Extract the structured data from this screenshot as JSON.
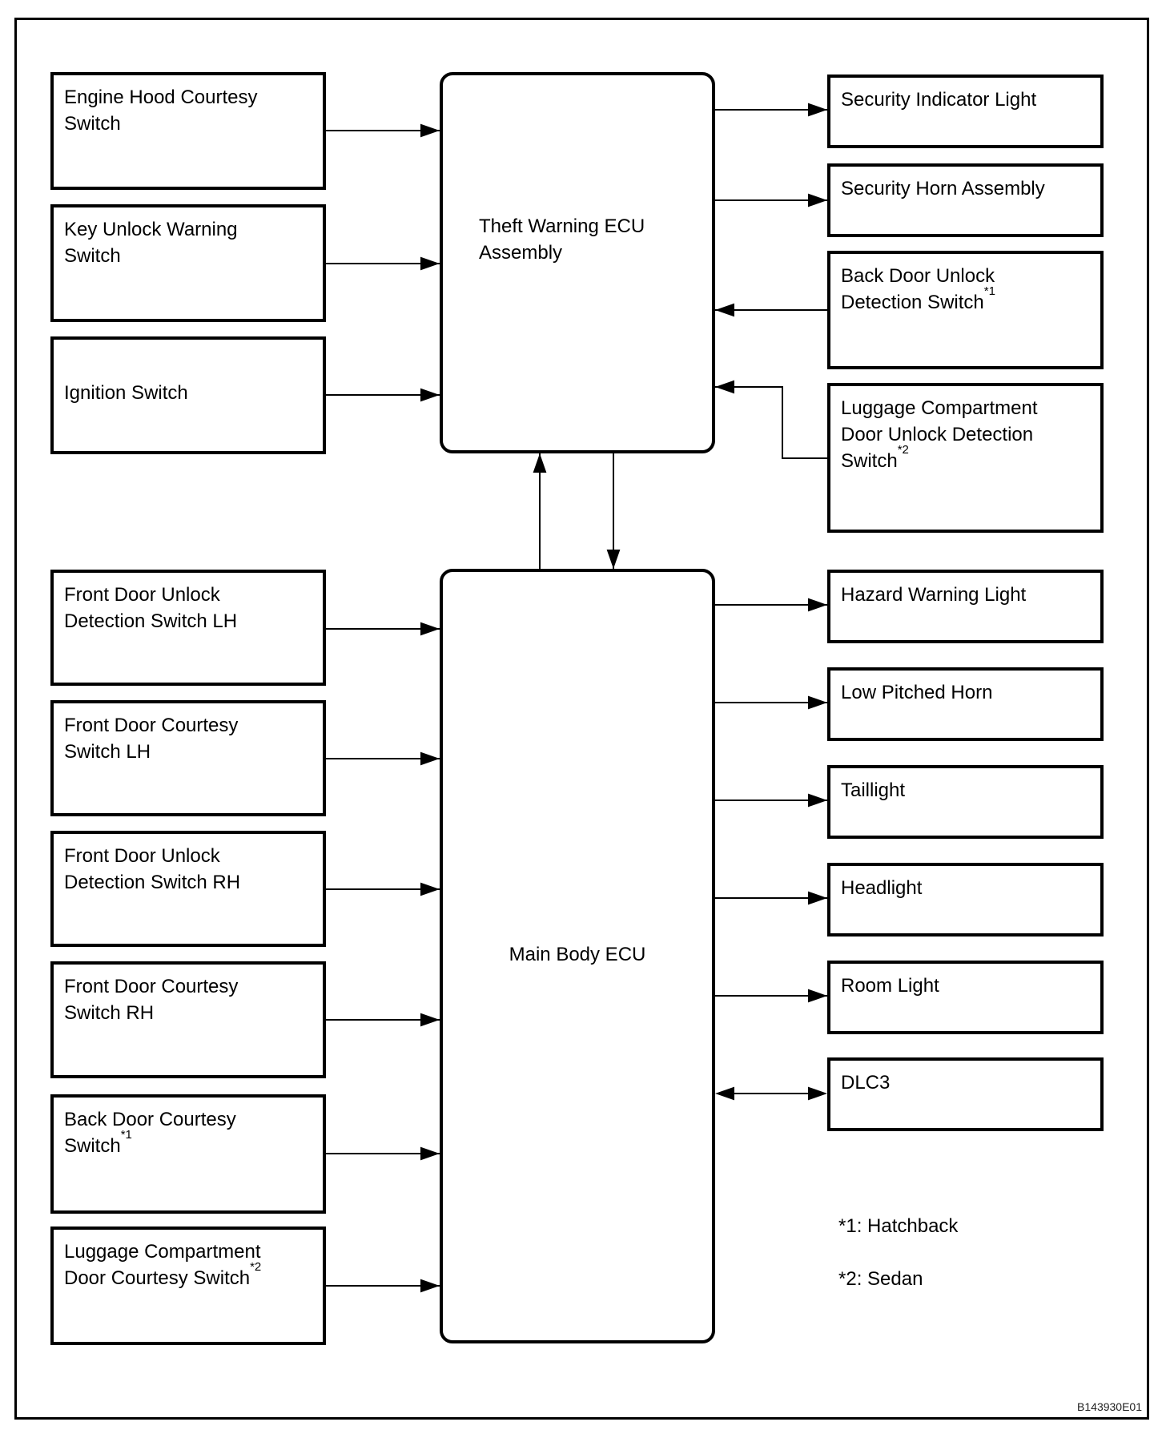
{
  "page": {
    "figure_id": "B143930E01",
    "ink_color": "#000000",
    "paper_color": "#ffffff"
  },
  "ecus": {
    "theft": {
      "lines": [
        {
          "text": "Theft Warning ECU"
        },
        {
          "text": "Assembly"
        }
      ]
    },
    "main": {
      "lines": [
        {
          "text": "Main Body ECU"
        }
      ]
    }
  },
  "boxes": {
    "left_top": [
      {
        "lines": [
          {
            "text": "Engine Hood Courtesy"
          },
          {
            "text": "Switch"
          }
        ]
      },
      {
        "lines": [
          {
            "text": "Key Unlock Warning"
          },
          {
            "text": "Switch"
          }
        ]
      },
      {
        "lines": [
          {
            "text": "Ignition Switch"
          }
        ]
      }
    ],
    "left_bottom": [
      {
        "lines": [
          {
            "text": "Front Door Unlock"
          },
          {
            "text": "Detection Switch LH"
          }
        ]
      },
      {
        "lines": [
          {
            "text": "Front Door Courtesy"
          },
          {
            "text": "Switch LH"
          }
        ]
      },
      {
        "lines": [
          {
            "text": "Front Door Unlock"
          },
          {
            "text": "Detection Switch RH"
          }
        ]
      },
      {
        "lines": [
          {
            "text": "Front Door Courtesy"
          },
          {
            "text": "Switch RH"
          }
        ]
      },
      {
        "lines": [
          {
            "text": "Back Door Courtesy"
          },
          {
            "text": "Switch",
            "sup": "*1"
          }
        ]
      },
      {
        "lines": [
          {
            "text": "Luggage Compartment"
          },
          {
            "text": "Door Courtesy Switch",
            "sup": "*2"
          }
        ]
      }
    ],
    "right_top": [
      {
        "lines": [
          {
            "text": "Security Indicator Light"
          }
        ]
      },
      {
        "lines": [
          {
            "text": "Security Horn Assembly"
          }
        ]
      },
      {
        "lines": [
          {
            "text": "Back Door Unlock"
          },
          {
            "text": "Detection Switch",
            "sup": "*1"
          }
        ]
      },
      {
        "lines": [
          {
            "text": "Luggage Compartment"
          },
          {
            "text": "Door Unlock Detection"
          },
          {
            "text": "Switch",
            "sup": "*2"
          }
        ]
      }
    ],
    "right_bottom": [
      {
        "lines": [
          {
            "text": "Hazard Warning Light"
          }
        ]
      },
      {
        "lines": [
          {
            "text": "Low Pitched Horn"
          }
        ]
      },
      {
        "lines": [
          {
            "text": "Taillight"
          }
        ]
      },
      {
        "lines": [
          {
            "text": "Headlight"
          }
        ]
      },
      {
        "lines": [
          {
            "text": "Room Light"
          }
        ]
      },
      {
        "lines": [
          {
            "text": "DLC3"
          }
        ]
      }
    ]
  },
  "notes": [
    {
      "text": "*1: Hatchback"
    },
    {
      "text": "*2: Sedan"
    }
  ],
  "arrows": [
    {
      "from": "Engine Hood Courtesy Switch",
      "to": "Theft Warning ECU Assembly"
    },
    {
      "from": "Key Unlock Warning Switch",
      "to": "Theft Warning ECU Assembly"
    },
    {
      "from": "Ignition Switch",
      "to": "Theft Warning ECU Assembly"
    },
    {
      "from": "Theft Warning ECU Assembly",
      "to": "Security Indicator Light"
    },
    {
      "from": "Theft Warning ECU Assembly",
      "to": "Security Horn Assembly"
    },
    {
      "from": "Back Door Unlock Detection Switch *1",
      "to": "Theft Warning ECU Assembly"
    },
    {
      "from": "Luggage Compartment Door Unlock Detection Switch *2",
      "to": "Theft Warning ECU Assembly"
    },
    {
      "from": "Main Body ECU",
      "to": "Theft Warning ECU Assembly"
    },
    {
      "from": "Theft Warning ECU Assembly",
      "to": "Main Body ECU"
    },
    {
      "from": "Front Door Unlock Detection Switch LH",
      "to": "Main Body ECU"
    },
    {
      "from": "Front Door Courtesy Switch LH",
      "to": "Main Body ECU"
    },
    {
      "from": "Front Door Unlock Detection Switch RH",
      "to": "Main Body ECU"
    },
    {
      "from": "Front Door Courtesy Switch RH",
      "to": "Main Body ECU"
    },
    {
      "from": "Back Door Courtesy Switch *1",
      "to": "Main Body ECU"
    },
    {
      "from": "Luggage Compartment Door Courtesy Switch *2",
      "to": "Main Body ECU"
    },
    {
      "from": "Main Body ECU",
      "to": "Hazard Warning Light"
    },
    {
      "from": "Main Body ECU",
      "to": "Low Pitched Horn"
    },
    {
      "from": "Main Body ECU",
      "to": "Taillight"
    },
    {
      "from": "Main Body ECU",
      "to": "Headlight"
    },
    {
      "from": "Main Body ECU",
      "to": "Room Light"
    },
    {
      "from": "Main Body ECU",
      "to": "DLC3",
      "bidirectional": true
    }
  ]
}
